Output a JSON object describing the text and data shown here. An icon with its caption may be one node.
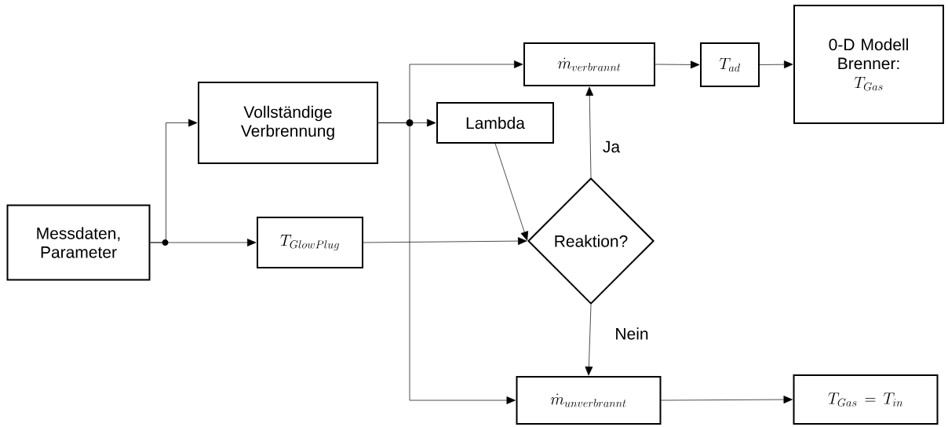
{
  "diagram": {
    "nodes": [
      {
        "text": [
          "Messdaten, Parameter"
        ]
      },
      {
        "text": [
          "Vollständige Verbrennung"
        ]
      },
      {
        "text": [
          "Lambda"
        ]
      },
      {
        "text": [
          "T_{GlowPlug}"
        ]
      },
      {
        "text": [
          "\\dot{m}_{verbrannt}"
        ]
      },
      {
        "text": [
          "T_{ad}"
        ]
      },
      {
        "text": [
          "0-D Modell Brenner:",
          "T_{Gas}"
        ]
      },
      {
        "text": [
          "Reaktion?"
        ]
      },
      {
        "text": [
          "\\dot{m}_{unverbrannt}"
        ]
      },
      {
        "text": [
          "T_{Gas} = T_{in}"
        ]
      }
    ],
    "edges": [
      {
        "from": 0,
        "to": 1,
        "arrow": "to"
      },
      {
        "from": 0,
        "to": 3,
        "arrow": "to"
      },
      {
        "from": 1,
        "to": 2,
        "arrow": "to"
      },
      {
        "from": 1,
        "to": 4,
        "arrow": "to"
      },
      {
        "from": 1,
        "to": 8,
        "arrow": "to"
      },
      {
        "from": 2,
        "to": 7,
        "arrow": "to"
      },
      {
        "from": 3,
        "to": 7,
        "arrow": "to"
      },
      {
        "from": 7,
        "to": 4,
        "arrow": "to",
        "label": "Ja"
      },
      {
        "from": 7,
        "to": 8,
        "arrow": "to",
        "label": "Nein"
      },
      {
        "from": 4,
        "to": 5,
        "arrow": "to"
      },
      {
        "from": 5,
        "to": 6,
        "arrow": "to"
      },
      {
        "from": 8,
        "to": 9,
        "arrow": "to"
      }
    ]
  }
}
